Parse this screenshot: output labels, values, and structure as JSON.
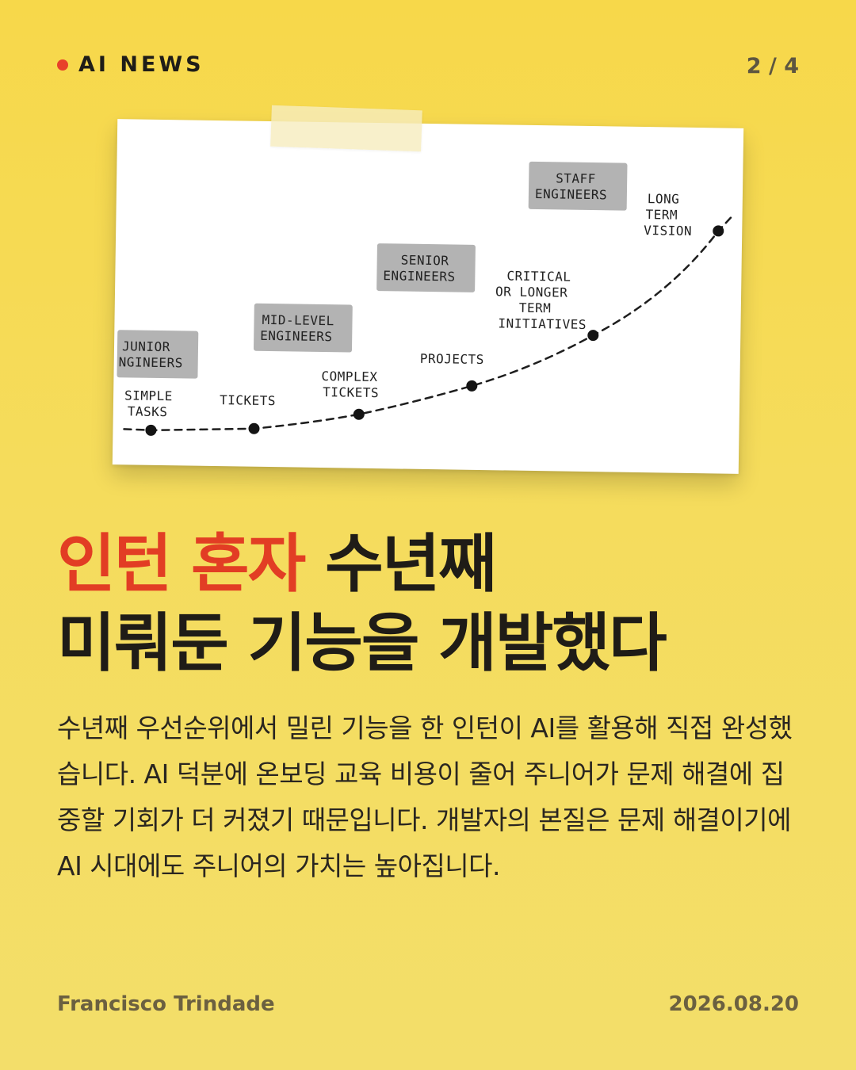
{
  "header": {
    "tag_label": "AI NEWS",
    "page_indicator": "2 / 4"
  },
  "colors": {
    "accent": "#e23d24",
    "background": "#f5dc5c",
    "text": "#1f1c17"
  },
  "diagram": {
    "roles": [
      {
        "label_line1": "JUNIOR",
        "label_line2": "NGINEERS"
      },
      {
        "label_line1": "MID-LEVEL",
        "label_line2": "ENGINEERS"
      },
      {
        "label_line1": "SENIOR",
        "label_line2": "ENGINEERS"
      },
      {
        "label_line1": "STAFF",
        "label_line2": "ENGINEERS"
      }
    ],
    "milestones": [
      {
        "lines": [
          "SIMPLE",
          "TASKS"
        ]
      },
      {
        "lines": [
          "TICKETS"
        ]
      },
      {
        "lines": [
          "COMPLEX",
          "TICKETS"
        ]
      },
      {
        "lines": [
          "PROJECTS"
        ]
      },
      {
        "lines": [
          "CRITICAL",
          "OR LONGER",
          "TERM",
          "INITIATIVES"
        ]
      },
      {
        "lines": [
          "LONG",
          "TERM",
          "VISION"
        ]
      }
    ]
  },
  "headline": {
    "accent_part": "인턴 혼자",
    "rest_line1": " 수년째",
    "line2": "미뤄둔 기능을 개발했다"
  },
  "body": "수년째 우선순위에서 밀린 기능을 한 인턴이 AI를 활용해 직접 완성했습니다. AI 덕분에 온보딩 교육 비용이 줄어 주니어가 문제 해결에 집중할 기회가 더 커졌기 때문입니다. 개발자의 본질은 문제 해결이기에 AI 시대에도 주니어의 가치는 높아집니다.",
  "footer": {
    "author": "Francisco Trindade",
    "date": "2026.08.20"
  }
}
